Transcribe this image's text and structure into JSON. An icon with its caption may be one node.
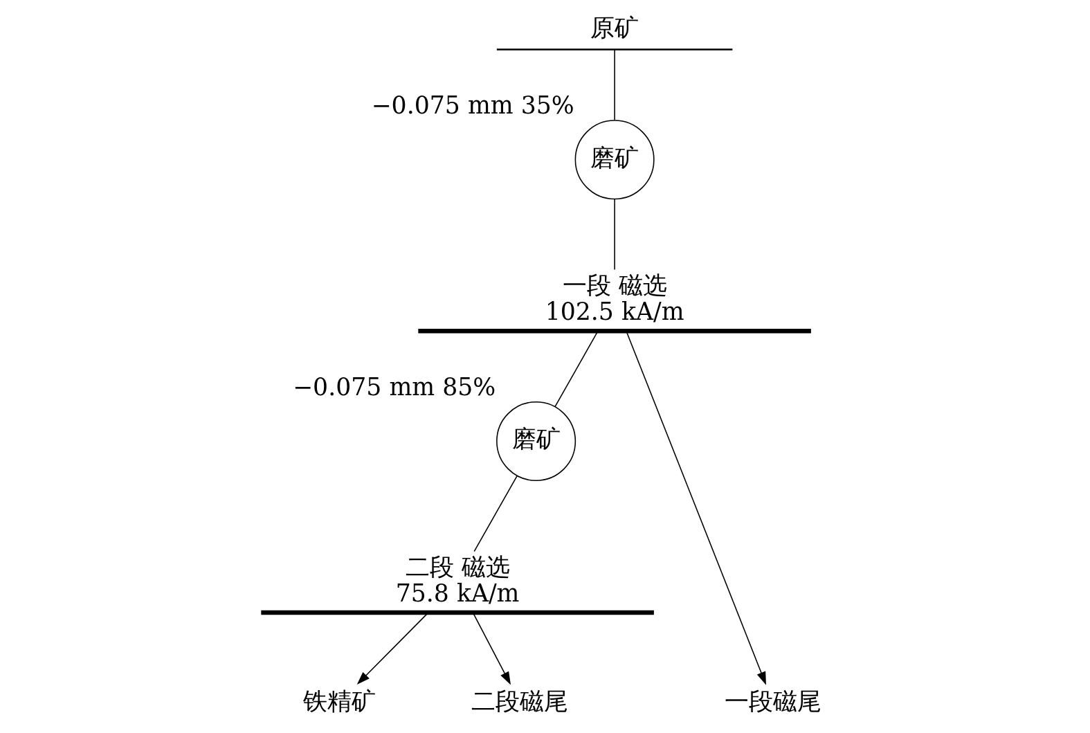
{
  "diagram": {
    "nodes": [
      {
        "text": [
          "原矿"
        ]
      },
      {
        "text": [
          "磨矿"
        ],
        "beside": [
          "−0.075 mm 35%"
        ]
      },
      {
        "text": [
          "一段 磁选",
          "102.5 kA/m"
        ]
      },
      {
        "text": [
          "磨矿"
        ],
        "beside": [
          "−0.075 mm 85%"
        ]
      },
      {
        "text": [
          "二段 磁选",
          "75.8 kA/m"
        ]
      },
      {
        "text": [
          "铁精矿"
        ]
      },
      {
        "text": [
          "二段磁尾"
        ]
      },
      {
        "text": [
          "一段磁尾"
        ]
      }
    ],
    "edges": [
      {
        "from": 0,
        "to": 1,
        "arrow": "none"
      },
      {
        "from": 1,
        "to": 2,
        "arrow": "none"
      },
      {
        "from": 2,
        "to": 3,
        "arrow": "none"
      },
      {
        "from": 2,
        "to": 7,
        "arrow": "to"
      },
      {
        "from": 3,
        "to": 4,
        "arrow": "none"
      },
      {
        "from": 4,
        "to": 5,
        "arrow": "to"
      },
      {
        "from": 4,
        "to": 6,
        "arrow": "to"
      }
    ]
  }
}
